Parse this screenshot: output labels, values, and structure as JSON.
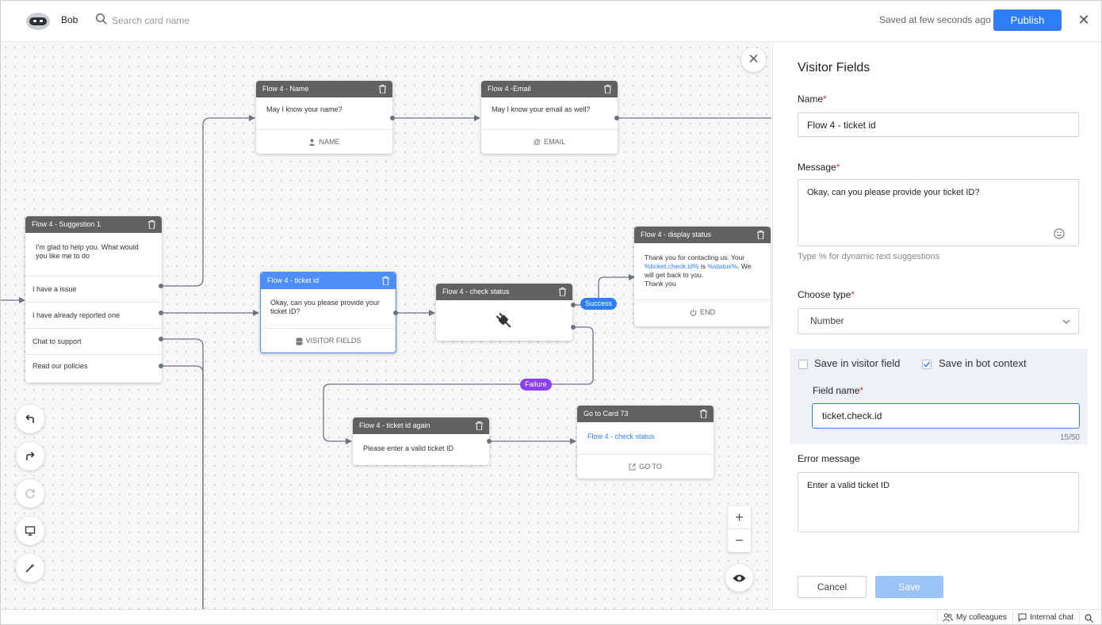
{
  "header": {
    "bot_name": "Bob",
    "search_placeholder": "Search card name",
    "save_status": "Saved at few seconds ago",
    "publish_label": "Publish"
  },
  "cards": {
    "name": {
      "title": "Flow 4 - Name",
      "message": "May I know your name?",
      "footer": "NAME",
      "icon": "person-icon"
    },
    "email": {
      "title": "Flow 4 -Email",
      "message": "May I know your email as well?",
      "footer": "EMAIL",
      "icon": "at-icon"
    },
    "suggestion": {
      "title": "Flow 4 - Suggestion 1",
      "message": "I'm glad to help you. What would you like me to do",
      "options": [
        "I have a issue",
        "I have already reported one",
        "Chat to support",
        "Read our policies"
      ]
    },
    "ticket_id": {
      "title": "Flow 4 - ticket id",
      "message": "Okay, can you please provide your ticket ID?",
      "footer": "VISITOR FIELDS",
      "icon": "database-icon"
    },
    "check_status": {
      "title": "Flow 4 - check status",
      "icon": "plug-icon"
    },
    "display_status": {
      "title": "Flow 4 - display status",
      "line1": "Thank you for contacting us. Your",
      "var1": "%ticket.check.id%",
      "mid": " is ",
      "var2": "%status%",
      "line2_end": ". We",
      "line3": "will get back to you.",
      "line4": "Thank you",
      "footer": "END",
      "icon": "power-icon"
    },
    "ticket_again": {
      "title": "Flow 4 - ticket id again",
      "message": "Please enter a valid ticket ID"
    },
    "goto": {
      "title": "Go to Card 73",
      "link": "Flow 4 - check status",
      "footer": "GO TO",
      "icon": "external-link-icon"
    }
  },
  "edge_labels": {
    "success": "Success",
    "failure": "Failure"
  },
  "toolbar": {
    "tools": [
      "undo-icon",
      "redo-icon",
      "refresh-icon",
      "monitor-icon",
      "magic-wand-icon"
    ],
    "zoom_in": "+",
    "zoom_out": "−"
  },
  "panel": {
    "title": "Visitor Fields",
    "name_label": "Name",
    "name_value": "Flow 4 - ticket id",
    "message_label": "Message",
    "message_value": "Okay, can you please provide your ticket ID?",
    "message_hint": "Type % for dynamic text suggestions",
    "type_label": "Choose type",
    "type_value": "Number",
    "save_visitor_label": "Save in visitor field",
    "save_visitor_checked": false,
    "save_context_label": "Save in bot context",
    "save_context_checked": true,
    "field_name_label": "Field name",
    "field_name_value": "ticket.check.id",
    "field_counter": "15/50",
    "error_label": "Error message",
    "error_value": "Enter a valid ticket ID",
    "cancel_label": "Cancel",
    "save_label": "Save"
  },
  "statusbar": {
    "colleagues": "My colleagues",
    "internal_chat": "Internal chat"
  },
  "colors": {
    "accent": "#2f7ef5",
    "failure": "#8b3ff0",
    "card_header": "#616161",
    "edge": "#6b7280"
  }
}
